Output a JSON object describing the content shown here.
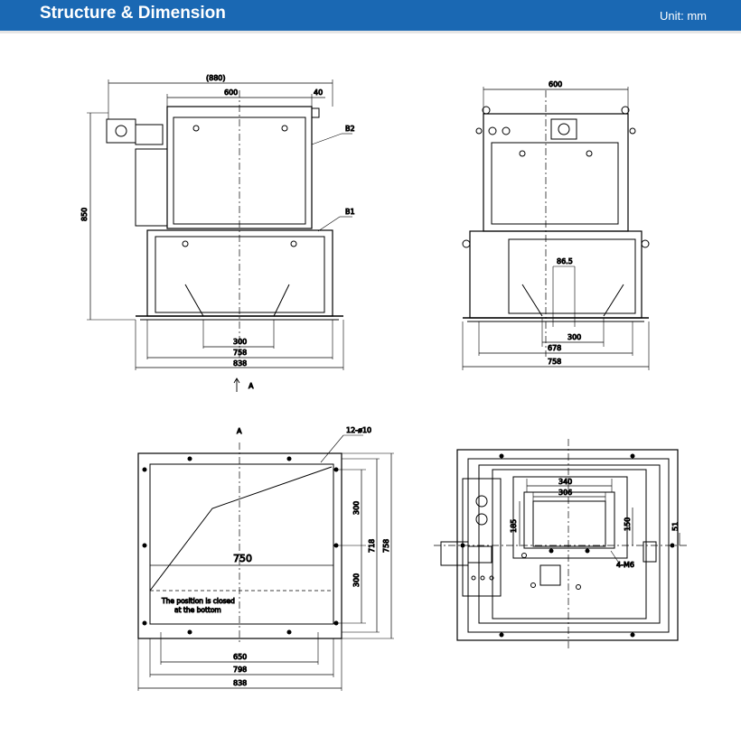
{
  "header": {
    "title": "Structure & Dimension",
    "unit": "Unit: mm"
  },
  "colors": {
    "header_bg": "#1a68b3",
    "line": "#000000"
  },
  "front_view": {
    "dim_880": "(880)",
    "dim_600": "600",
    "dim_40": "40",
    "dim_850": "850",
    "dim_300": "300",
    "dim_758": "758",
    "dim_838": "838",
    "label_b2": "B2",
    "label_b1": "B1",
    "arrow_label": "A"
  },
  "side_view": {
    "dim_600": "600",
    "dim_86_5": "86.5",
    "dim_300": "300",
    "dim_678": "678",
    "dim_758": "758"
  },
  "bottom_view": {
    "label_a": "A",
    "holes": "12-ø10",
    "dim_750": "750",
    "dim_300_top": "300",
    "dim_300_bottom": "300",
    "dim_718": "718",
    "dim_758": "758",
    "dim_650": "650",
    "dim_798": "798",
    "dim_838": "838",
    "note_line1": "The position is closed",
    "note_line2": "at the bottom"
  },
  "top_view": {
    "dim_340": "340",
    "dim_306": "306",
    "dim_185": "185",
    "dim_150": "150",
    "dim_51": "51",
    "bolts": "4-M6"
  }
}
